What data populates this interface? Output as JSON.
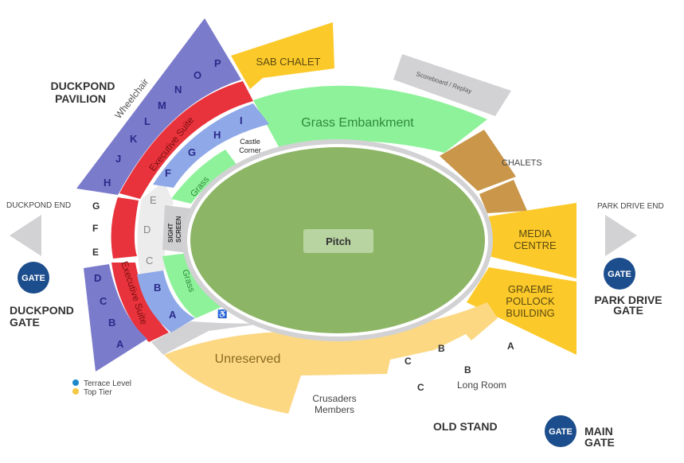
{
  "title": "Stadium seating map",
  "colors": {
    "pavilion": "#7b7bcc",
    "executive": "#e8323c",
    "terrace": "#8fa9e8",
    "grass": "#8ef29a",
    "field": "#8db566",
    "yellow": "#fcc92a",
    "unreserved": "#fcd883",
    "chalets": "#c9964a",
    "gate": "#1c4d8c",
    "gray": "#d2d2d4"
  },
  "labels": {
    "duckpond_pavilion": [
      "DUCKPOND",
      "PAVILION"
    ],
    "duckpond_end": "DUCKPOND END",
    "duckpond_gate": [
      "DUCKPOND",
      "GATE"
    ],
    "park_drive_end": "PARK DRIVE END",
    "park_drive_gate": [
      "PARK DRIVE",
      "GATE"
    ],
    "main_gate": [
      "MAIN",
      "GATE"
    ],
    "gate": "GATE",
    "old_stand": "OLD STAND",
    "sab_chalet": "SAB CHALET",
    "scoreboard": "Scoreboard / Replay",
    "grass_embankment": "Grass Embankment",
    "chalets": "CHALETS",
    "media_centre": [
      "MEDIA",
      "CENTRE"
    ],
    "graeme_pollock": [
      "GRAEME",
      "POLLOCK",
      "BUILDING"
    ],
    "pitch": "Pitch",
    "unreserved": "Unreserved",
    "crusaders": [
      "Crusaders",
      "Members"
    ],
    "long_room": "Long Room",
    "castle_corner": [
      "Castle",
      "Corner"
    ],
    "wheelchair": "Wheelchair",
    "executive_suite": "Executive Suite",
    "grass": "Grass",
    "sight_screen": [
      "SIGHT",
      "SCREEN"
    ]
  },
  "rows": {
    "pavilion_upper": [
      "H",
      "J",
      "K",
      "L",
      "M",
      "N",
      "O",
      "P"
    ],
    "terrace_upper": [
      "F",
      "G",
      "H",
      "I"
    ],
    "outer_left": [
      "G",
      "F",
      "E"
    ],
    "inner_gray": [
      "E",
      "D",
      "C"
    ],
    "pavilion_lower": [
      "D",
      "C",
      "B",
      "A"
    ],
    "terrace_lower": [
      "B",
      "A"
    ],
    "old_stand": [
      "C",
      "B",
      "C",
      "B",
      "A"
    ]
  },
  "legend": [
    {
      "label": "Terrace Level",
      "color": "#1e88c8"
    },
    {
      "label": "Top Tier",
      "color": "#f5c842"
    }
  ]
}
